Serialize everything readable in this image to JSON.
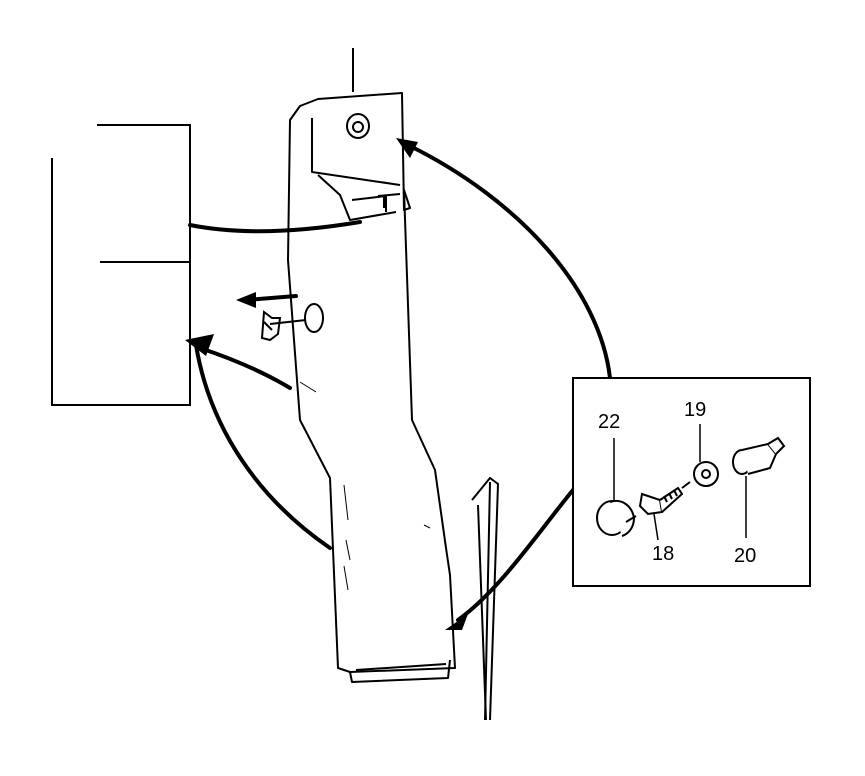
{
  "callouts": {
    "c22": "22",
    "c19": "19",
    "c18": "18",
    "c20": "20"
  },
  "colors": {
    "ink": "#000000",
    "paper": "#ffffff"
  }
}
